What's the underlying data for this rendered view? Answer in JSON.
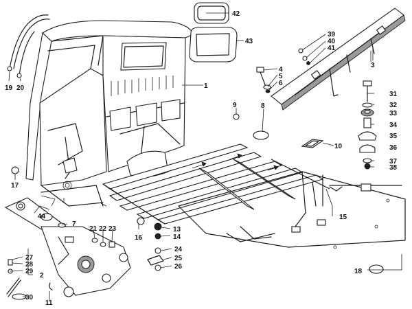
{
  "callouts": {
    "c1": "1",
    "c2": "2",
    "c3": "3",
    "c4": "4",
    "c5": "5",
    "c6": "6",
    "c7": "7",
    "c8": "8",
    "c9": "9",
    "c10": "10",
    "c11": "11",
    "c13": "13",
    "c14": "14",
    "c15": "15",
    "c16": "16",
    "c17": "17",
    "c18": "18",
    "c19": "19",
    "c20": "20",
    "c21": "21",
    "c22": "22",
    "c23": "23",
    "c24": "24",
    "c25": "25",
    "c26": "26",
    "c27": "27",
    "c28": "28",
    "c29": "29",
    "c30": "30",
    "c31": "31",
    "c32": "32",
    "c33": "33",
    "c34": "34",
    "c35": "35",
    "c36": "36",
    "c37": "37",
    "c38": "38",
    "c39": "39",
    "c40": "40",
    "c41": "41",
    "c42": "42",
    "c43": "43",
    "c44": "44"
  }
}
